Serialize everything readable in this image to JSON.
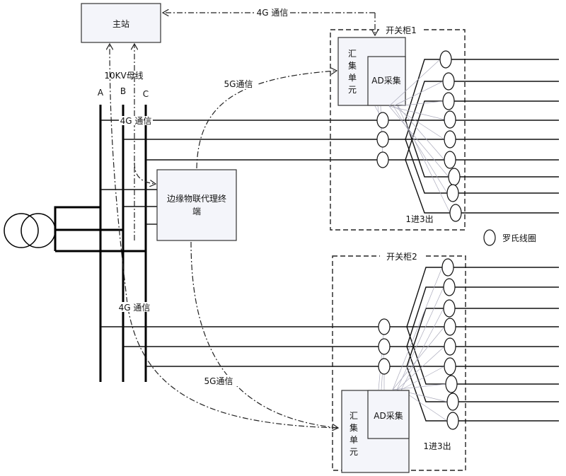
{
  "master_station": "主站",
  "bus_label": "10KV母线",
  "phases": [
    "A",
    "B",
    "C"
  ],
  "edge_terminal": [
    "边缘物联代理终",
    "端"
  ],
  "comm": {
    "g4_top": "4G 通信",
    "g4_bus": "4G 通信",
    "g5_top": "5G通信",
    "g4_bottom": "4G 通信",
    "g5_bottom": "5G通信"
  },
  "cabinet1": {
    "title": "开关柜1",
    "collector": [
      "汇",
      "集",
      "单",
      "元"
    ],
    "ad": "AD采集",
    "fanout": "1进3出"
  },
  "cabinet2": {
    "title": "开关柜2",
    "collector": [
      "汇",
      "集",
      "单",
      "元"
    ],
    "ad": "AD采集",
    "fanout": "1进3出"
  },
  "legend": {
    "coil": "罗氏线圈"
  }
}
